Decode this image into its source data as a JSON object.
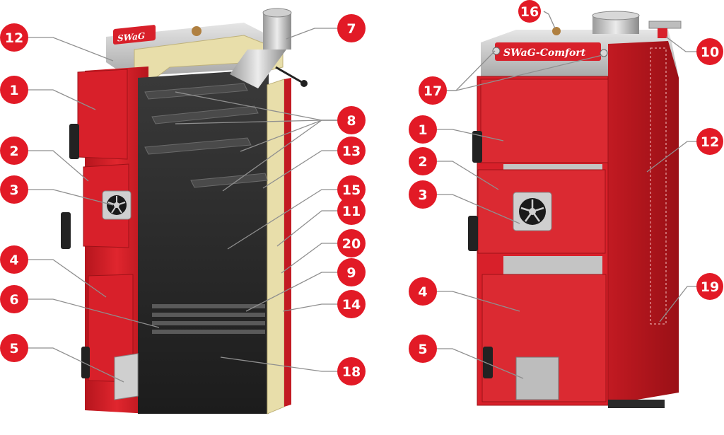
{
  "colors": {
    "boiler_red": "#d8202a",
    "boiler_red_dark": "#9e1218",
    "callout_red": "#e21a26",
    "steel": "#c4c4c4",
    "insulation": "#e8deaa",
    "interior": "#2b2b2b",
    "leader": "#8f8f8f"
  },
  "brand": {
    "left": "SWaG",
    "right": "SWaG-Comfort"
  },
  "callouts": {
    "c12a": "12",
    "c1a": "1",
    "c2a": "2",
    "c3a": "3",
    "c4a": "4",
    "c6": "6",
    "c5a": "5",
    "c7": "7",
    "c8": "8",
    "c13": "13",
    "c15": "15",
    "c11": "11",
    "c20": "20",
    "c9": "9",
    "c14": "14",
    "c18": "18",
    "c16": "16",
    "c10": "10",
    "c17": "17",
    "c1b": "1",
    "c2b": "2",
    "c3b": "3",
    "c4b": "4",
    "c5b": "5",
    "c12b": "12",
    "c19": "19"
  },
  "icons": {
    "fan": "fan-icon"
  }
}
